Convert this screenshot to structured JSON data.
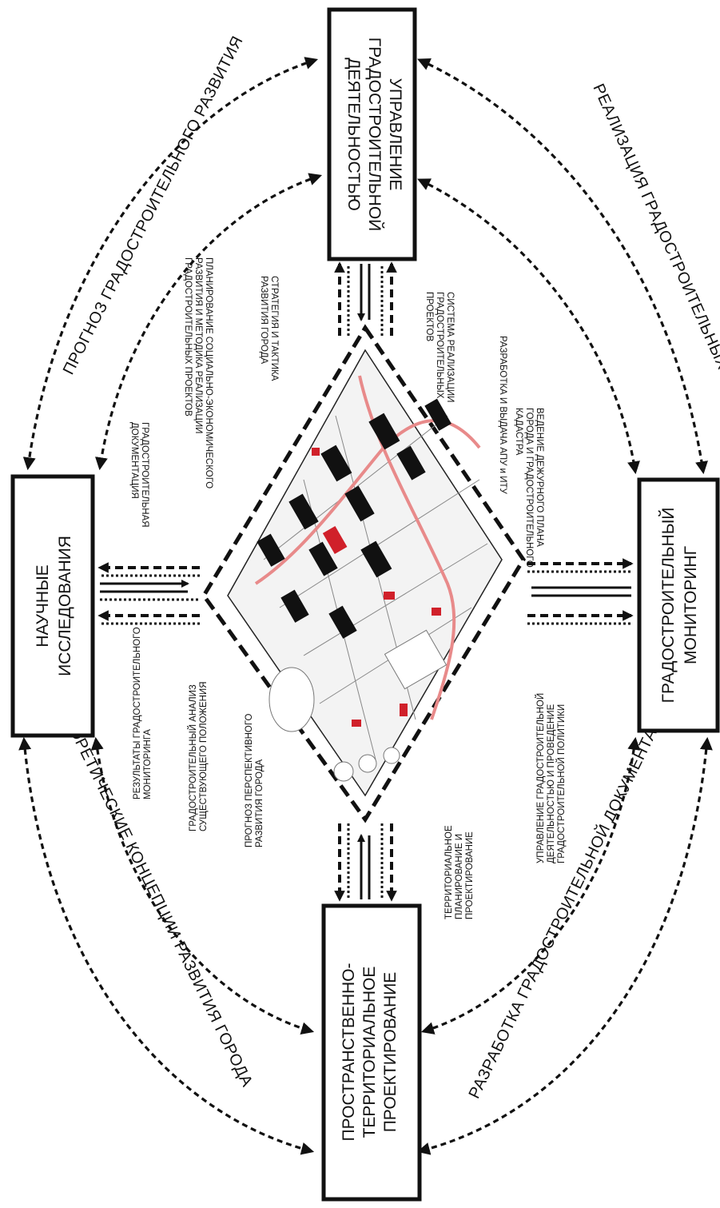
{
  "boxes": {
    "top": {
      "lines": [
        "УПРАВЛЕНИЕ",
        "ГРАДОСТРОИТЕЛЬНОЙ",
        "ДЕЯТЕЛЬНОСТЬЮ"
      ]
    },
    "left": {
      "lines": [
        "НАУЧНЫЕ",
        "ИССЛЕДОВАНИЯ"
      ]
    },
    "right": {
      "lines": [
        "ГРАДОСТРОИТЕЛЬНЫЙ",
        "МОНИТОРИНГ"
      ]
    },
    "bottom": {
      "lines": [
        "ПРОСТРАНСТВЕННО-",
        "ТЕРРИТОРИАЛЬНОЕ",
        "ПРОЕКТИРОВАНИЕ"
      ]
    }
  },
  "arcs": {
    "top_left": "ПРОГНОЗ ГРАДОСТРОИТЕЛЬНОГО РАЗВИТИЯ",
    "top_right": "РЕАЛИЗАЦИЯ ГРАДОСТРОИТЕЛЬНЫХ ПРОЕКТОВ",
    "bottom_left": "ТЕОРЕТИЧЕСКИЕ КОНЦЕПЦИИ РАЗВИТИЯ ГОРОДА",
    "bottom_right": "РАЗРАБОТКА ГРАДОСТРОИТЕЛЬНОЙ ДОКУМЕНТАЦИИ"
  },
  "notes": {
    "n1": [
      "ГРАДОСТРОИТЕЛЬНАЯ",
      "ДОКУМЕНТАЦИЯ"
    ],
    "n2": [
      "ПЛАНИРОВАНИЕ СОЦИАЛЬНО-ЭКОНОМИЧЕСКОГО",
      "РАЗВИТИЯ И МЕТОДИКА РЕАЛИЗАЦИИ",
      "ГРАДОСТРОИТЕЛЬНЫХ ПРОЕКТОВ"
    ],
    "n3": [
      "СТРАТЕГИЯ И ТАКТИКА",
      "РАЗВИТИЯ ГОРОДА"
    ],
    "n4": [
      "СИСТЕМА РЕАЛИЗАЦИИ",
      "ГРАДОСТРОИТЕЛЬНЫХ",
      "ПРОЕКТОВ"
    ],
    "n5": [
      "РАЗРАБОТКА И ВЫДАЧА АПУ и ИТУ"
    ],
    "n6": [
      "ВЕДЕНИЕ ДЕЖУРНОГО ПЛАНА",
      "ГОРОДА И ГРАДОСТРОИТЕЛЬНОГО",
      "КАДАСТРА"
    ],
    "n7": [
      "РЕЗУЛЬТАТЫ ГРАДОСТРОИТЕЛЬНОГО",
      "МОНИТОРИНГА"
    ],
    "n8": [
      "ГРАДОСТРОИТЕЛЬНЫЙ АНАЛИЗ",
      "СУЩЕСТВУЮЩЕГО ПОЛОЖЕНИЯ"
    ],
    "n9": [
      "ПРОГНОЗ ПЕРСПЕКТИВНОГО",
      "РАЗВИТИЯ ГОРОДА"
    ],
    "n10": [
      "ТЕРРИТОРИАЛЬНОЕ",
      "ПЛАНИРОВАНИЕ И",
      "ПРОЕКТИРОВАНИЕ"
    ],
    "n11": [
      "УПРАВЛЕНИЕ ГРАДОСТРОИТЕЛЬНОЙ",
      "ДЕЯТЕЛЬНОСТЬЮ И ПРОВЕДЕНИЕ",
      "ГРАДОСТРОИТЕЛЬНОЙ ПОЛИТИКИ"
    ]
  },
  "colors": {
    "ink": "#111111",
    "accent_red": "#d0202a",
    "street_pink": "#e88a8a"
  }
}
